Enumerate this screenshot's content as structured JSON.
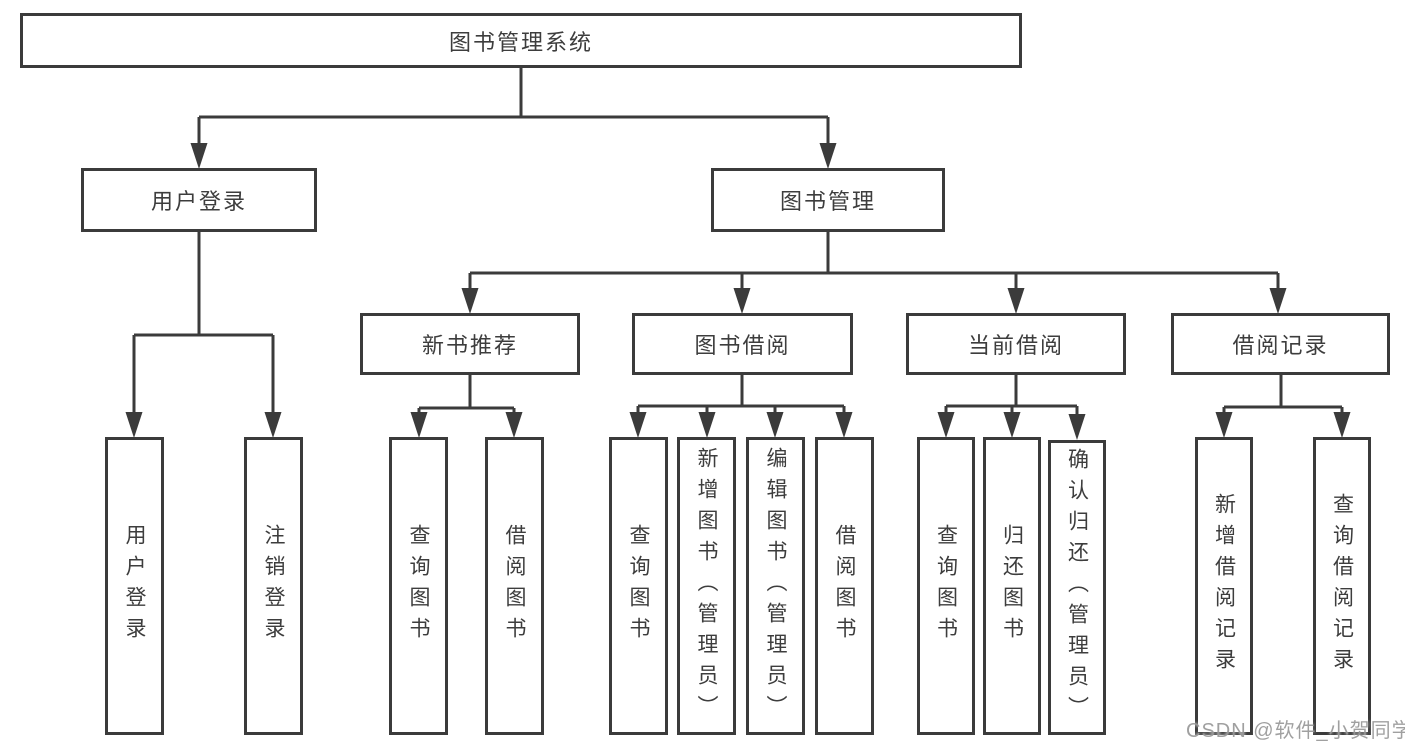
{
  "title_node": {
    "label": "图书管理系统"
  },
  "level2": {
    "user_login": {
      "label": "用户登录"
    },
    "book_management": {
      "label": "图书管理"
    }
  },
  "level3": {
    "new_book_recommend": {
      "label": "新书推荐"
    },
    "book_borrowing": {
      "label": "图书借阅"
    },
    "current_borrowing": {
      "label": "当前借阅"
    },
    "borrowing_records": {
      "label": "借阅记录"
    }
  },
  "leaves": [
    {
      "id": "user-login",
      "label": "用户登录"
    },
    {
      "id": "logout",
      "label": "注销登录"
    },
    {
      "id": "recommend-query-books",
      "label": "查询图书"
    },
    {
      "id": "recommend-borrow-books",
      "label": "借阅图书"
    },
    {
      "id": "borrowing-query-books",
      "label": "查询图书"
    },
    {
      "id": "borrowing-add-books",
      "label": "新增图书（管理员）"
    },
    {
      "id": "borrowing-edit-books",
      "label": "编辑图书（管理员）"
    },
    {
      "id": "borrowing-borrow-books",
      "label": "借阅图书"
    },
    {
      "id": "current-query-books",
      "label": "查询图书"
    },
    {
      "id": "current-return-books",
      "label": "归还图书"
    },
    {
      "id": "current-confirm-return",
      "label": "确认归还（管理员）"
    },
    {
      "id": "records-add-record",
      "label": "新增借阅记录"
    },
    {
      "id": "records-query-record",
      "label": "查询借阅记录"
    }
  ],
  "watermark": "CSDN @软件_小贺同学",
  "colors": {
    "line": "#3b3b3b",
    "text": "#3d3d3d",
    "watermark": "#969696",
    "background": "#ffffff"
  }
}
